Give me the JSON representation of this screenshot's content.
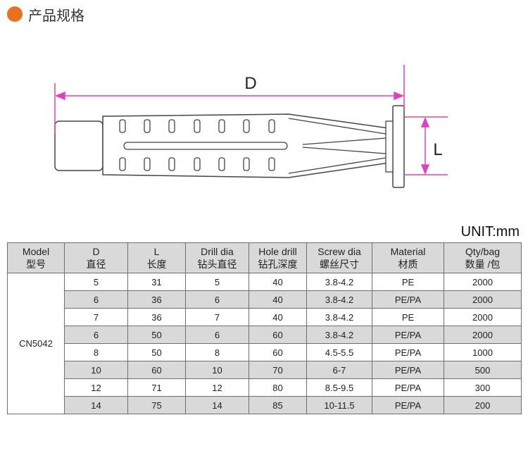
{
  "header": {
    "title": "产品规格"
  },
  "diagram": {
    "label_d": "D",
    "label_l": "L"
  },
  "unit": "UNIT:mm",
  "table": {
    "headers": [
      {
        "en": "Model",
        "cn": "型号"
      },
      {
        "en": "D",
        "cn": "直径"
      },
      {
        "en": "L",
        "cn": "长度"
      },
      {
        "en": "Drill dia",
        "cn": "钻头直径"
      },
      {
        "en": "Hole drill",
        "cn": "钻孔深度"
      },
      {
        "en": "Screw dia",
        "cn": "螺丝尺寸"
      },
      {
        "en": "Material",
        "cn": "材质"
      },
      {
        "en": "Qty/bag",
        "cn": "数量 /包"
      }
    ],
    "model": "CN5042",
    "rows": [
      [
        "5",
        "31",
        "5",
        "40",
        "3.8-4.2",
        "PE",
        "2000"
      ],
      [
        "6",
        "36",
        "6",
        "40",
        "3.8-4.2",
        "PE/PA",
        "2000"
      ],
      [
        "7",
        "36",
        "7",
        "40",
        "3.8-4.2",
        "PE",
        "2000"
      ],
      [
        "6",
        "50",
        "6",
        "60",
        "3.8-4.2",
        "PE/PA",
        "2000"
      ],
      [
        "8",
        "50",
        "8",
        "60",
        "4.5-5.5",
        "PE/PA",
        "1000"
      ],
      [
        "10",
        "60",
        "10",
        "70",
        "6-7",
        "PE/PA",
        "500"
      ],
      [
        "12",
        "71",
        "12",
        "80",
        "8.5-9.5",
        "PE/PA",
        "300"
      ],
      [
        "14",
        "75",
        "14",
        "85",
        "10-11.5",
        "PE/PA",
        "200"
      ]
    ]
  },
  "colors": {
    "accent": "#e8721f",
    "dimension": "#e040c0",
    "header_bg": "#d9d9d9"
  }
}
